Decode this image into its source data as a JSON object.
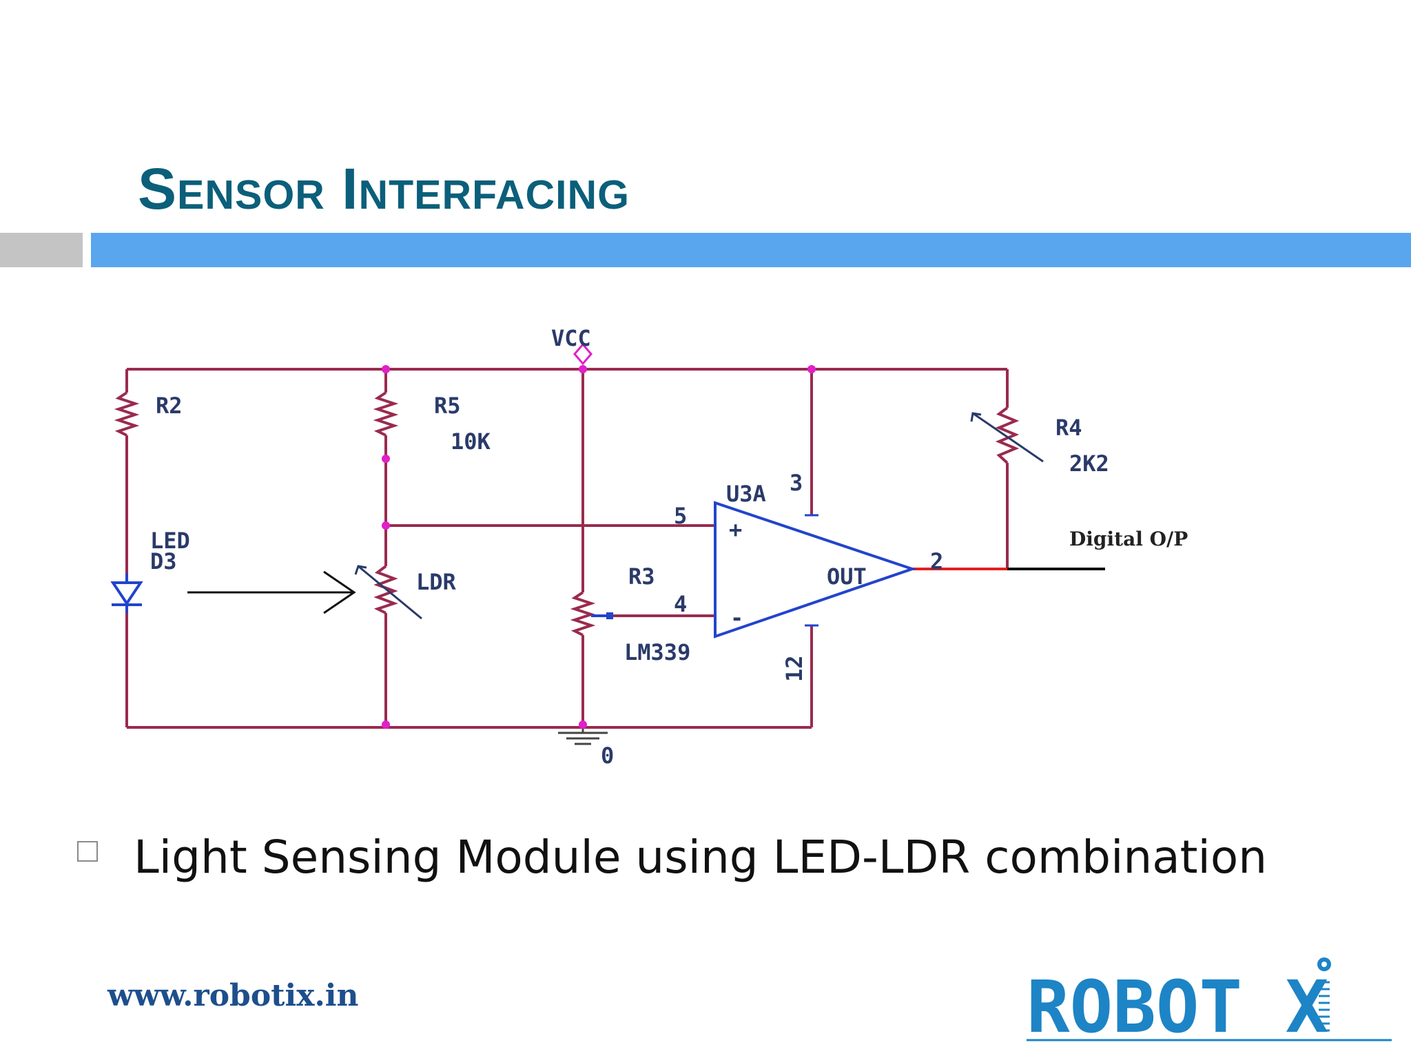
{
  "slide": {
    "title": "Sensor Interfacing",
    "bullet": "Light Sensing Module using LED-LDR combination",
    "footer_url": "www.robotix.in",
    "logo_text": "ROBOT X",
    "colors": {
      "title": "#0b5f7a",
      "bar_blue": "#5aa6ee",
      "bar_gray": "#c4c4c4",
      "wire": "#9a2b4e",
      "node": "#e020c8",
      "opamp": "#2244cc",
      "logo": "#1d84c6"
    }
  },
  "schematic": {
    "vcc": "VCC",
    "ground": "0",
    "r2": "R2",
    "r5": "R5",
    "r5_value": "10K",
    "r4": "R4",
    "r4_value": "2K2",
    "led": "LED",
    "led_ref": "D3",
    "ldr": "LDR",
    "r3": "R3",
    "opamp_ref": "U3A",
    "opamp_part": "LM339",
    "pin3": "3",
    "pin5": "5",
    "pin4": "4",
    "pin2": "2",
    "pin12": "12",
    "plus": "+",
    "minus": "-",
    "out": "OUT",
    "output_label": "Digital O/P"
  }
}
